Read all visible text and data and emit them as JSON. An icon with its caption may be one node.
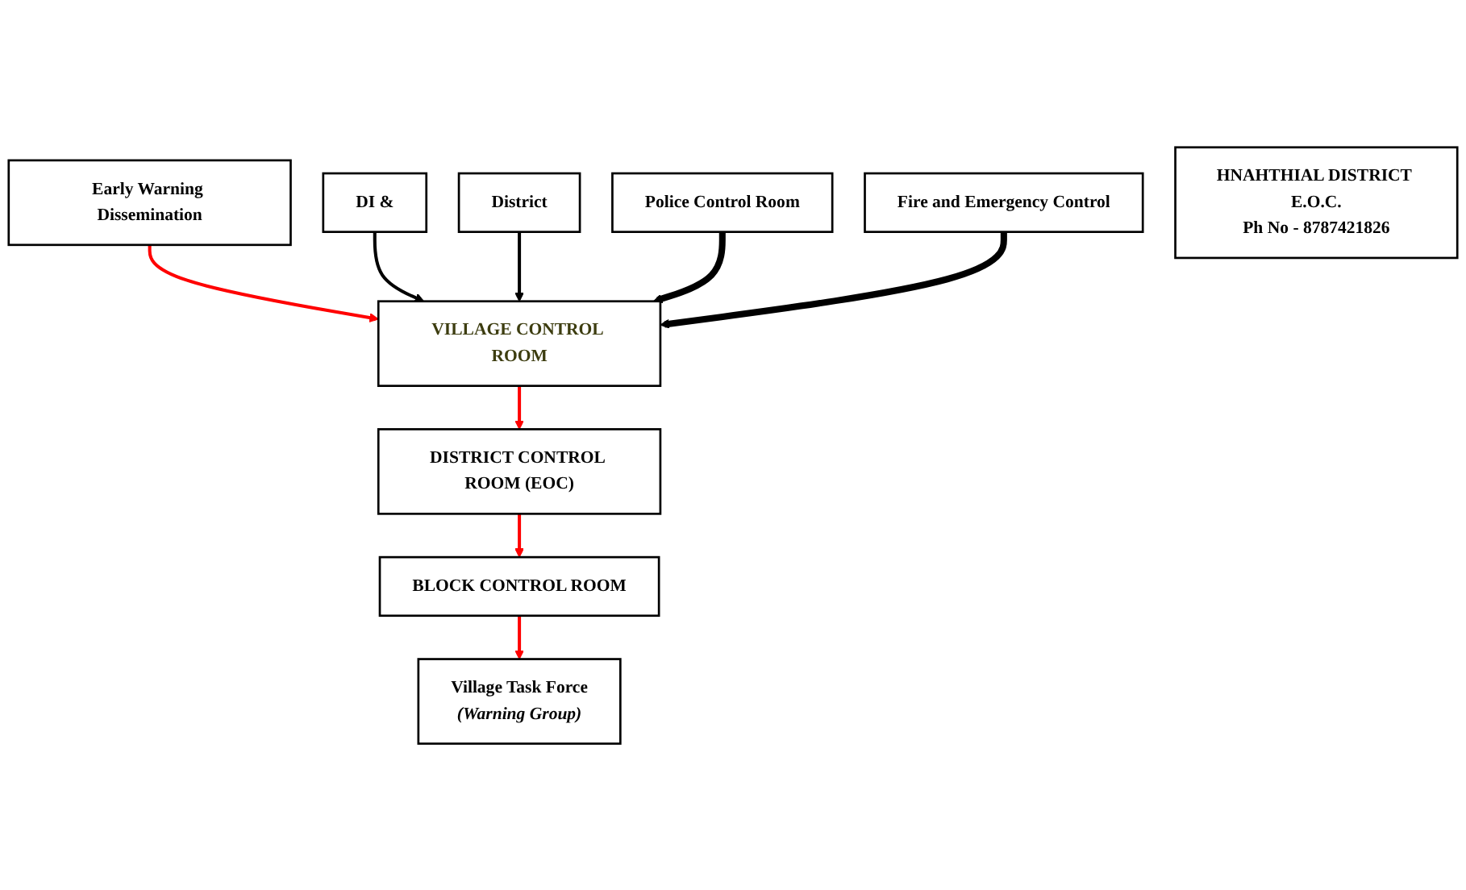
{
  "diagram": {
    "nodes": [
      {
        "text": [
          "Early Warning Dissemination"
        ]
      },
      {
        "text": [
          "DI &"
        ]
      },
      {
        "text": [
          "VILLAGE CONTROL ROOM"
        ]
      },
      {
        "text": [
          "District"
        ]
      },
      {
        "text": [
          "DISTRICT CONTROL ROOM (EOC)"
        ]
      },
      {
        "text": [
          "Police Control Room"
        ]
      },
      {
        "text": [
          "BLOCK CONTROL ROOM"
        ]
      },
      {
        "text": [
          "Fire and Emergency Control"
        ]
      },
      {
        "text": [
          "Village Task Force",
          "(Warning Group)"
        ]
      },
      {
        "text": [
          "HNAHTHIAL DISTRICT E.O.C.",
          "Ph No - 8787421826"
        ]
      }
    ],
    "edges": [
      {
        "from": 0,
        "to": 2,
        "arrow": "to"
      },
      {
        "from": 1,
        "to": 2,
        "arrow": "to",
        "color": "#000000"
      },
      {
        "from": 3,
        "to": 2,
        "arrow": "to",
        "color": "#000000"
      },
      {
        "from": 2,
        "to": 4,
        "arrow": "to"
      },
      {
        "from": 5,
        "to": 2,
        "arrow": "to",
        "style": "thick",
        "color": "#000000"
      },
      {
        "from": 7,
        "to": 2,
        "arrow": "to",
        "style": "thick",
        "color": "#000000"
      },
      {
        "from": 4,
        "to": 6,
        "arrow": "to"
      },
      {
        "from": 6,
        "to": 8,
        "arrow": "to"
      }
    ]
  }
}
